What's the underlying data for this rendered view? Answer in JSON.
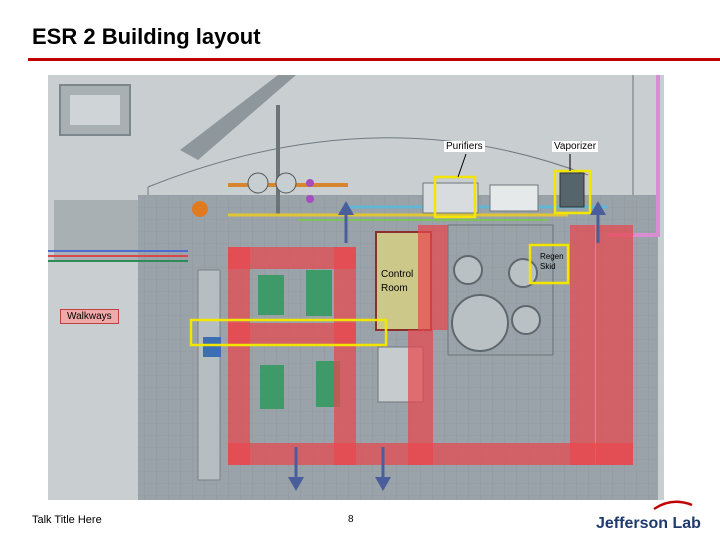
{
  "title": "ESR 2 Building layout",
  "labels": {
    "purifiers": "Purifiers",
    "vaporizer": "Vaporizer",
    "control_room": "Control Room",
    "regen_skid": "Regen Skid",
    "walkways": "Walkways"
  },
  "footer": {
    "talk_title": "Talk Title Here",
    "page_number": "8",
    "logo_text": "Jefferson Lab"
  },
  "colors": {
    "walkway": "#e8474d",
    "highlight_box": "#f2e600",
    "arrow": "#4a5e9c",
    "accent": "#c00000"
  }
}
